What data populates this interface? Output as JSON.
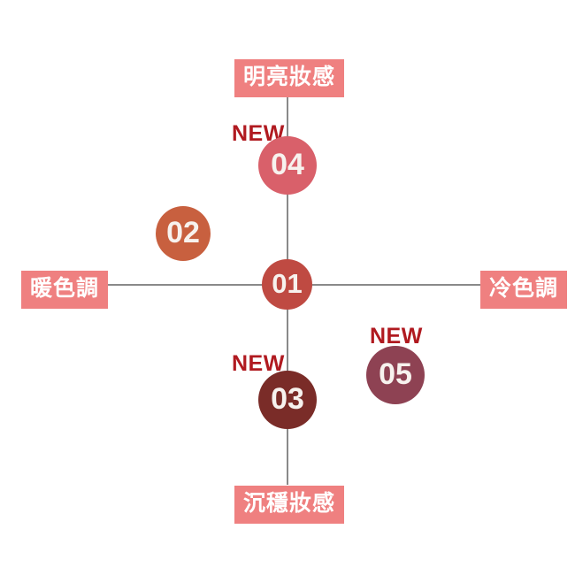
{
  "diagram": {
    "title": "",
    "axes": {
      "vertical": {
        "top_label": "明亮妝感",
        "bottom_label": "沉穩妝感"
      },
      "horizontal": {
        "left_label": "暖色調",
        "right_label": "冷色調"
      },
      "line_color": "#8a8a8a"
    },
    "label_style": {
      "background": "#ef8080",
      "text_color": "#ffffff"
    },
    "new_badge": {
      "text": "NEW",
      "color": "#b01a20"
    },
    "nodes": [
      {
        "id": "01",
        "label": "01",
        "color": "#bf4a42",
        "is_new": false
      },
      {
        "id": "02",
        "label": "02",
        "color": "#c8603f",
        "is_new": false
      },
      {
        "id": "03",
        "label": "03",
        "color": "#7a2c28",
        "is_new": true
      },
      {
        "id": "04",
        "label": "04",
        "color": "#d9606a",
        "is_new": true
      },
      {
        "id": "05",
        "label": "05",
        "color": "#8e4253",
        "is_new": true
      }
    ]
  }
}
